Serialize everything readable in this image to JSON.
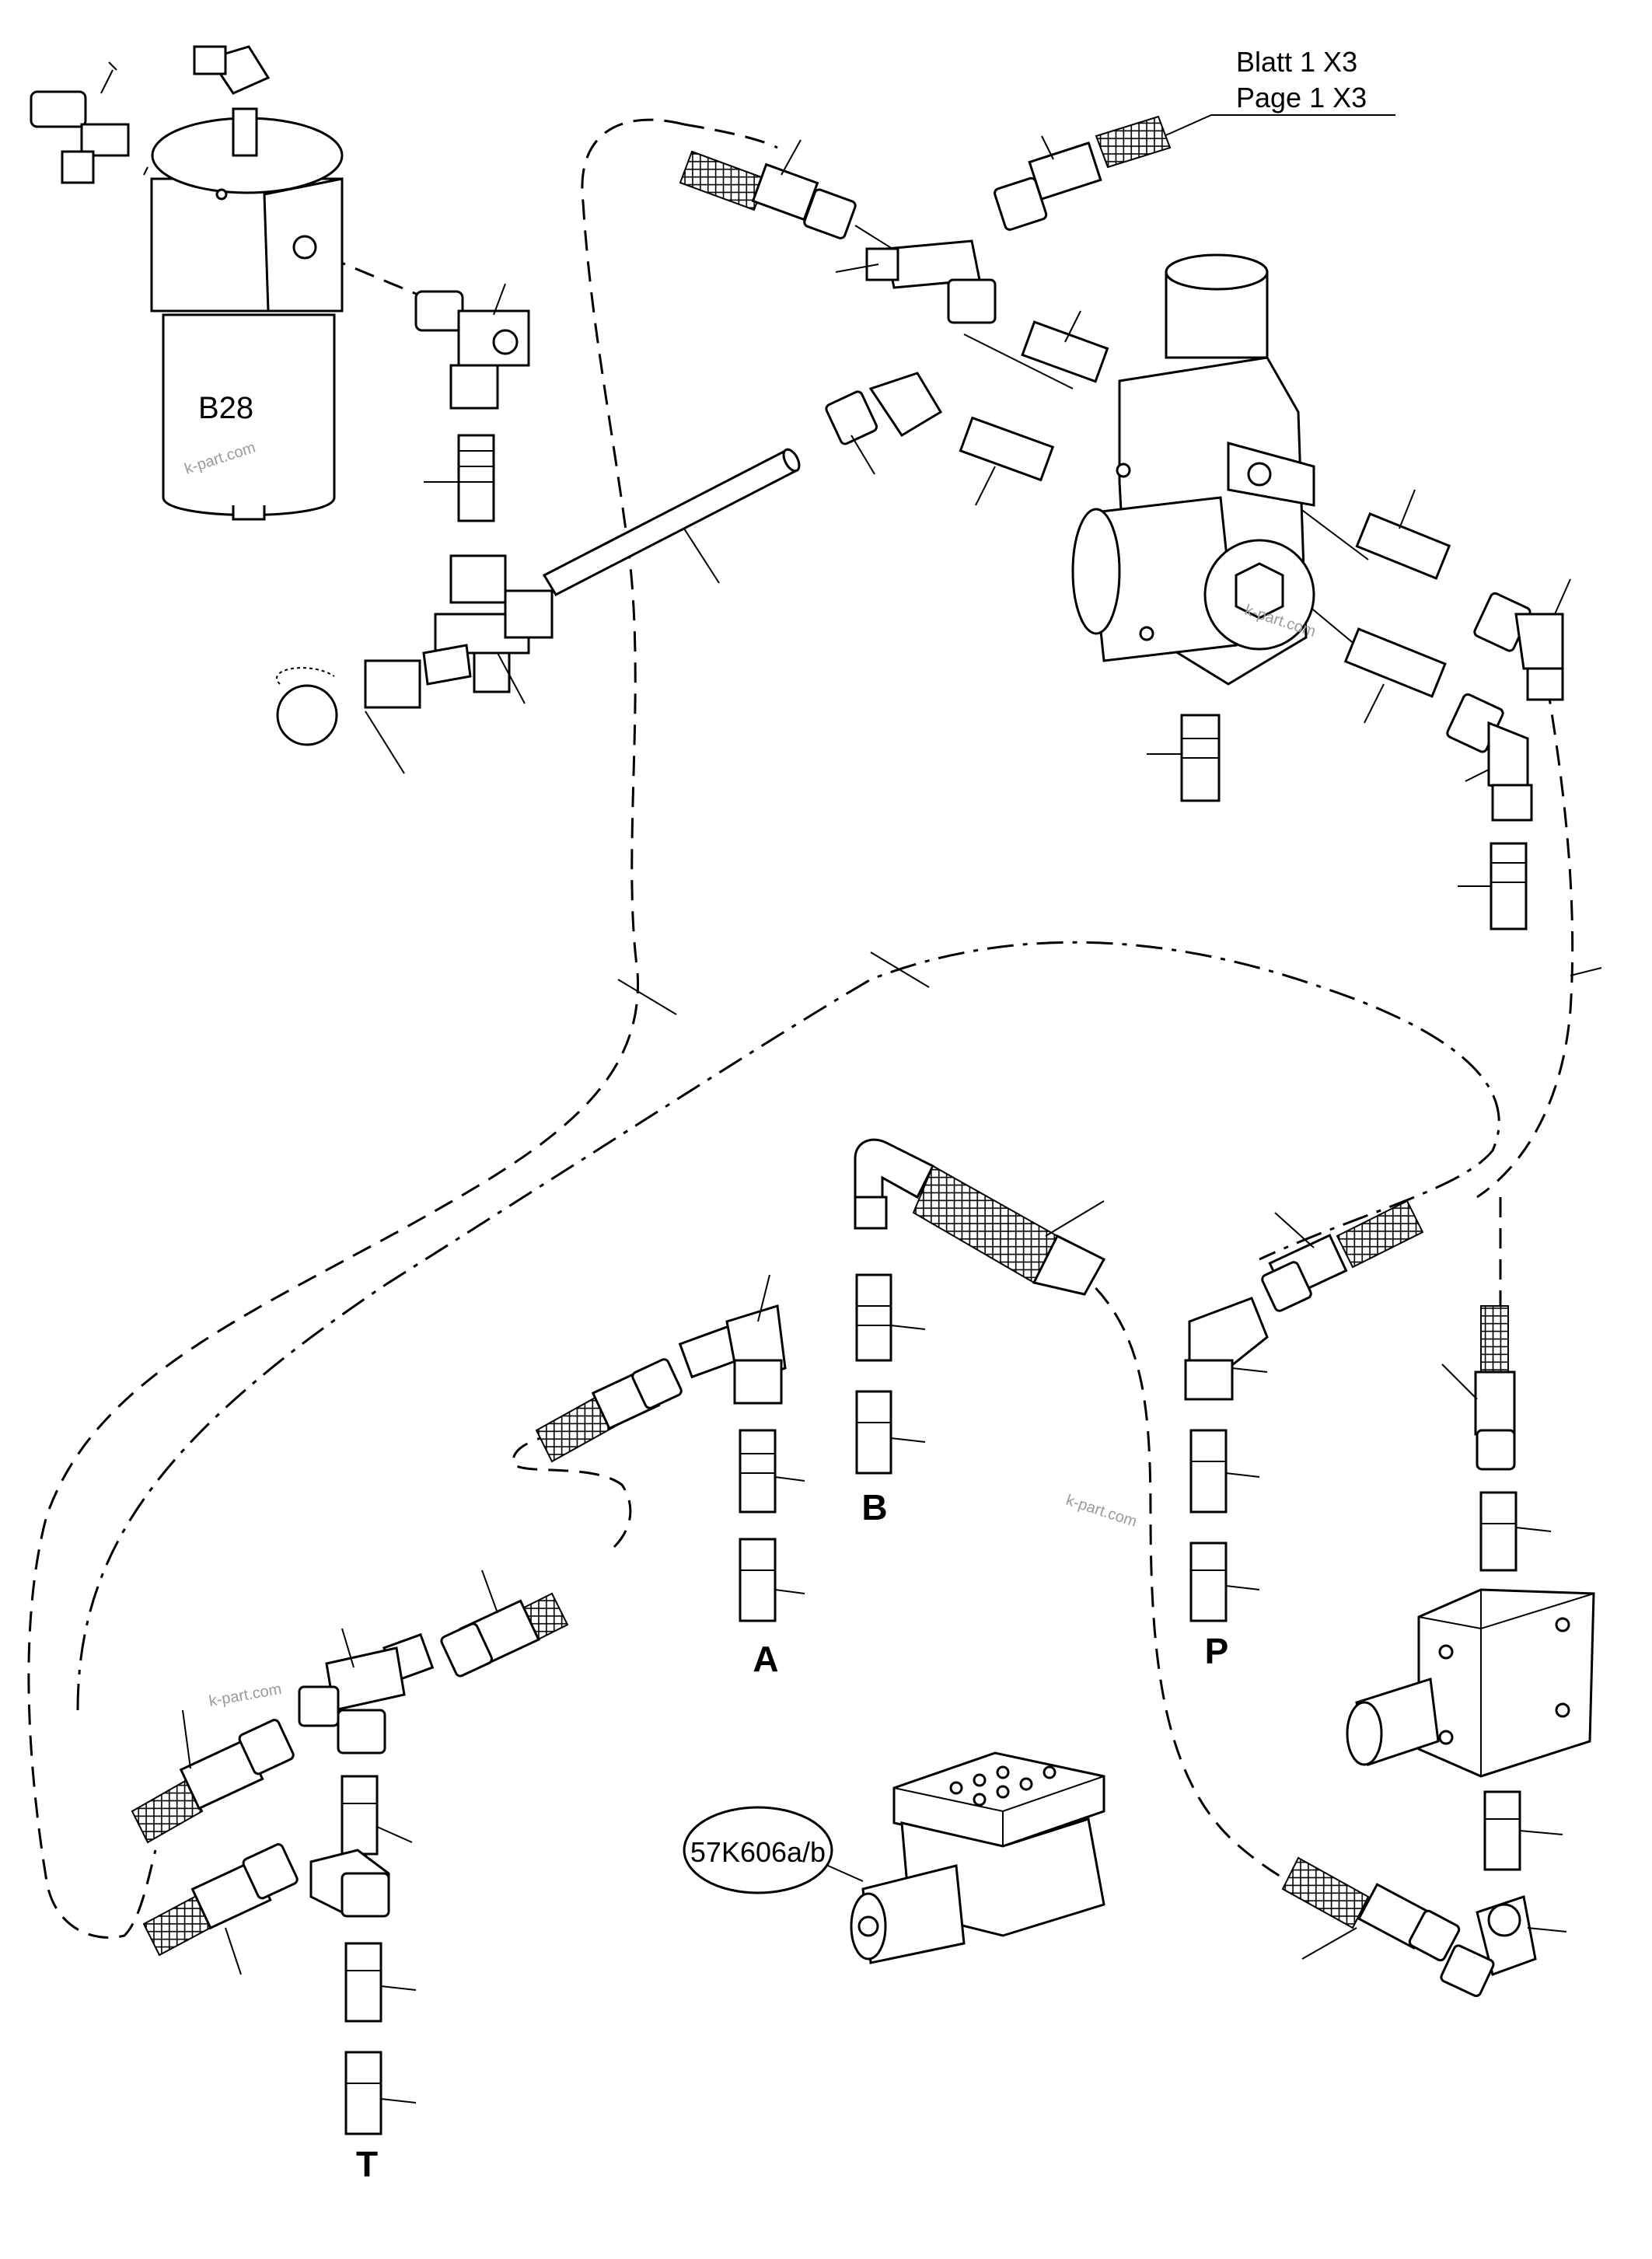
{
  "sheet_ref": {
    "line1": "Blatt 1 X3",
    "line2": "Page 1 X3"
  },
  "components": {
    "filter": "B28",
    "valve": "57K606a/b"
  },
  "ports": {
    "a": "A",
    "b": "B",
    "p": "P",
    "t": "T"
  },
  "watermark": "k-part.com"
}
